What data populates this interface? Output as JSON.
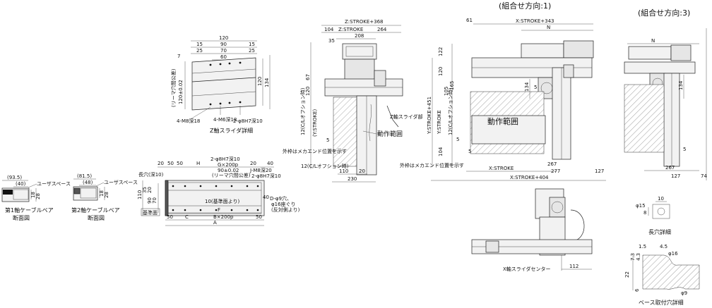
{
  "headers": {
    "combo1": "(組合せ方向:1)",
    "combo3": "(組合せ方向:3)"
  },
  "cable_bear": {
    "axis1": {
      "dims": [
        "(93.5)",
        "(40)",
        "18",
        "28"
      ],
      "user_space": "ユーザスペース",
      "caption": [
        "第1軸ケーブルベア",
        "断面図"
      ]
    },
    "axis2": {
      "dims": [
        "(81.5)",
        "(48)",
        "18",
        "28"
      ],
      "user_space": "ユーザスペース",
      "caption": [
        "第2軸ケーブルベア",
        "断面図"
      ]
    }
  },
  "z_slider": {
    "dims": [
      "120",
      "15",
      "90",
      "15",
      "25",
      "70",
      "25",
      "60",
      "7",
      "120",
      "134"
    ],
    "reamer_tol": "(リーマ穴間公差)",
    "reamer_val": "120±0.02",
    "labels": [
      "4-M8深18",
      "4-M6深18",
      "2-φ8H7深10"
    ],
    "caption": "Z軸スライダ詳細"
  },
  "base": {
    "top_dims": [
      "20",
      "50",
      "50",
      "H",
      "2-φ8H7深10",
      "G×200p",
      "90±0.02",
      "(リーマ穴間公差)",
      "J-M8深20",
      "2-φ8H7深10",
      "20",
      "40"
    ],
    "left_labels": [
      "長穴(深10)",
      "110",
      "35",
      "20",
      "90",
      "70",
      "基準面"
    ],
    "bottom_dims": [
      "10(基準面より)",
      "F",
      "50",
      "C",
      "B×200p",
      "50",
      "A",
      "40"
    ],
    "d_hole": [
      "D-φ9穴、",
      "φ16座ぐり",
      "(反対側より)"
    ]
  },
  "z_side": {
    "top_dims": [
      "Z:STROKE+368",
      "104",
      "Z:STROKE",
      "264",
      "208",
      "35"
    ],
    "left_dims": [
      "120",
      "67",
      "12(C/Lオフション時)",
      "(Y:STROKE)",
      "12(C/Lオフション時)"
    ],
    "bottom_dims": [
      "110",
      "20",
      "230"
    ],
    "labels": [
      "外枠はメカエンド位置を示す",
      "Z軸スライダ部",
      "動作範囲"
    ],
    "five": "5"
  },
  "main_view": {
    "top_dims": [
      "61",
      "X:STROKE+343",
      "N"
    ],
    "left_dims": [
      "122",
      "120",
      "105",
      "165",
      "Y:STROKE+451",
      "Y:STROKE",
      "12(C/Lオフション時)",
      "104",
      "5"
    ],
    "right_dims": [
      "134",
      "5"
    ],
    "motion_range": "動作範囲",
    "mech_end": "外枠はメカエンド位置を示す",
    "bottom_dims": [
      "X:STROKE",
      "5",
      "267",
      "277",
      "127",
      "X:STROKE+404"
    ],
    "x_center": "X軸スライダセンター",
    "x_center_val": "112"
  },
  "combo3_view": {
    "dims": [
      "N",
      "134",
      "5",
      "267",
      "127",
      "74"
    ]
  },
  "slot_detail": {
    "dims": [
      "10",
      "8",
      "φ15"
    ],
    "caption": "長穴詳細"
  },
  "base_hole": {
    "dims": [
      "1.5",
      "4.5",
      "φ16",
      "7.3",
      "4.3",
      "22",
      "6",
      "φ9"
    ],
    "caption": "ベース取付穴詳細"
  }
}
